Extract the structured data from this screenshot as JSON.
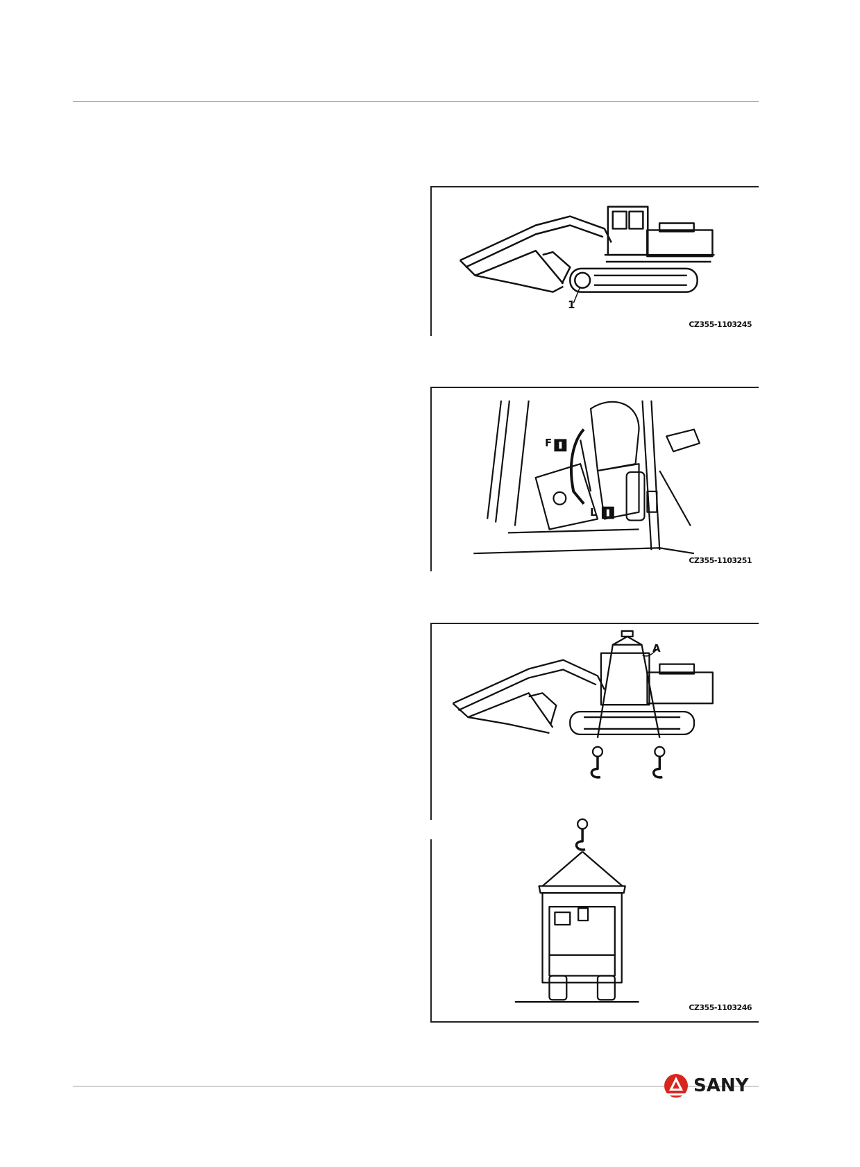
{
  "figures": [
    {
      "code": "CZ355-1103245",
      "callouts": [
        "1"
      ]
    },
    {
      "code": "CZ355-1103251",
      "callouts": [
        "F",
        "L"
      ]
    },
    {
      "code": "CZ355-1103246",
      "callouts": [
        "A"
      ]
    }
  ],
  "footer": {
    "brand": "SANY",
    "brand_color": "#d7261e",
    "logo_icon": "sany-triangle-logo"
  }
}
